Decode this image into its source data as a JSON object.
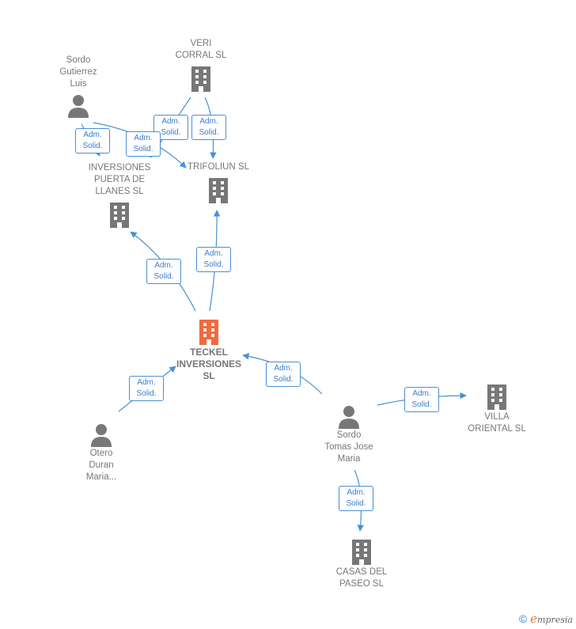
{
  "colors": {
    "edge": "#4a8fd6",
    "node_gray": "#777777",
    "main_node": "#f26a3b",
    "badge_text": "#3b7dc9"
  },
  "edge_label": {
    "line1": "Adm.",
    "line2": "Solid."
  },
  "nodes": {
    "veri": {
      "lines": [
        "VERI",
        "CORRAL  SL"
      ],
      "type": "company"
    },
    "sordo_gl": {
      "lines": [
        "Sordo",
        "Gutierrez",
        "Luis"
      ],
      "type": "person"
    },
    "inv_puerta": {
      "lines": [
        "INVERSIONES",
        "PUERTA DE",
        "LLANES  SL"
      ],
      "type": "company"
    },
    "trifoliun": {
      "lines": [
        "TRIFOLIUN  SL"
      ],
      "type": "company"
    },
    "teckel": {
      "lines": [
        "TECKEL",
        "INVERSIONES",
        "SL"
      ],
      "type": "company-main"
    },
    "otero": {
      "lines": [
        "Otero",
        "Duran",
        "Maria..."
      ],
      "type": "person"
    },
    "sordo_tj": {
      "lines": [
        "Sordo",
        "Tomas Jose",
        "Maria"
      ],
      "type": "person"
    },
    "villa": {
      "lines": [
        "VILLA",
        "ORIENTAL  SL"
      ],
      "type": "company"
    },
    "casas": {
      "lines": [
        "CASAS DEL",
        "PASEO  SL"
      ],
      "type": "company"
    }
  },
  "footer": {
    "copyright_symbol": "©",
    "brand_initial": "e",
    "brand_rest": "mpresia"
  }
}
